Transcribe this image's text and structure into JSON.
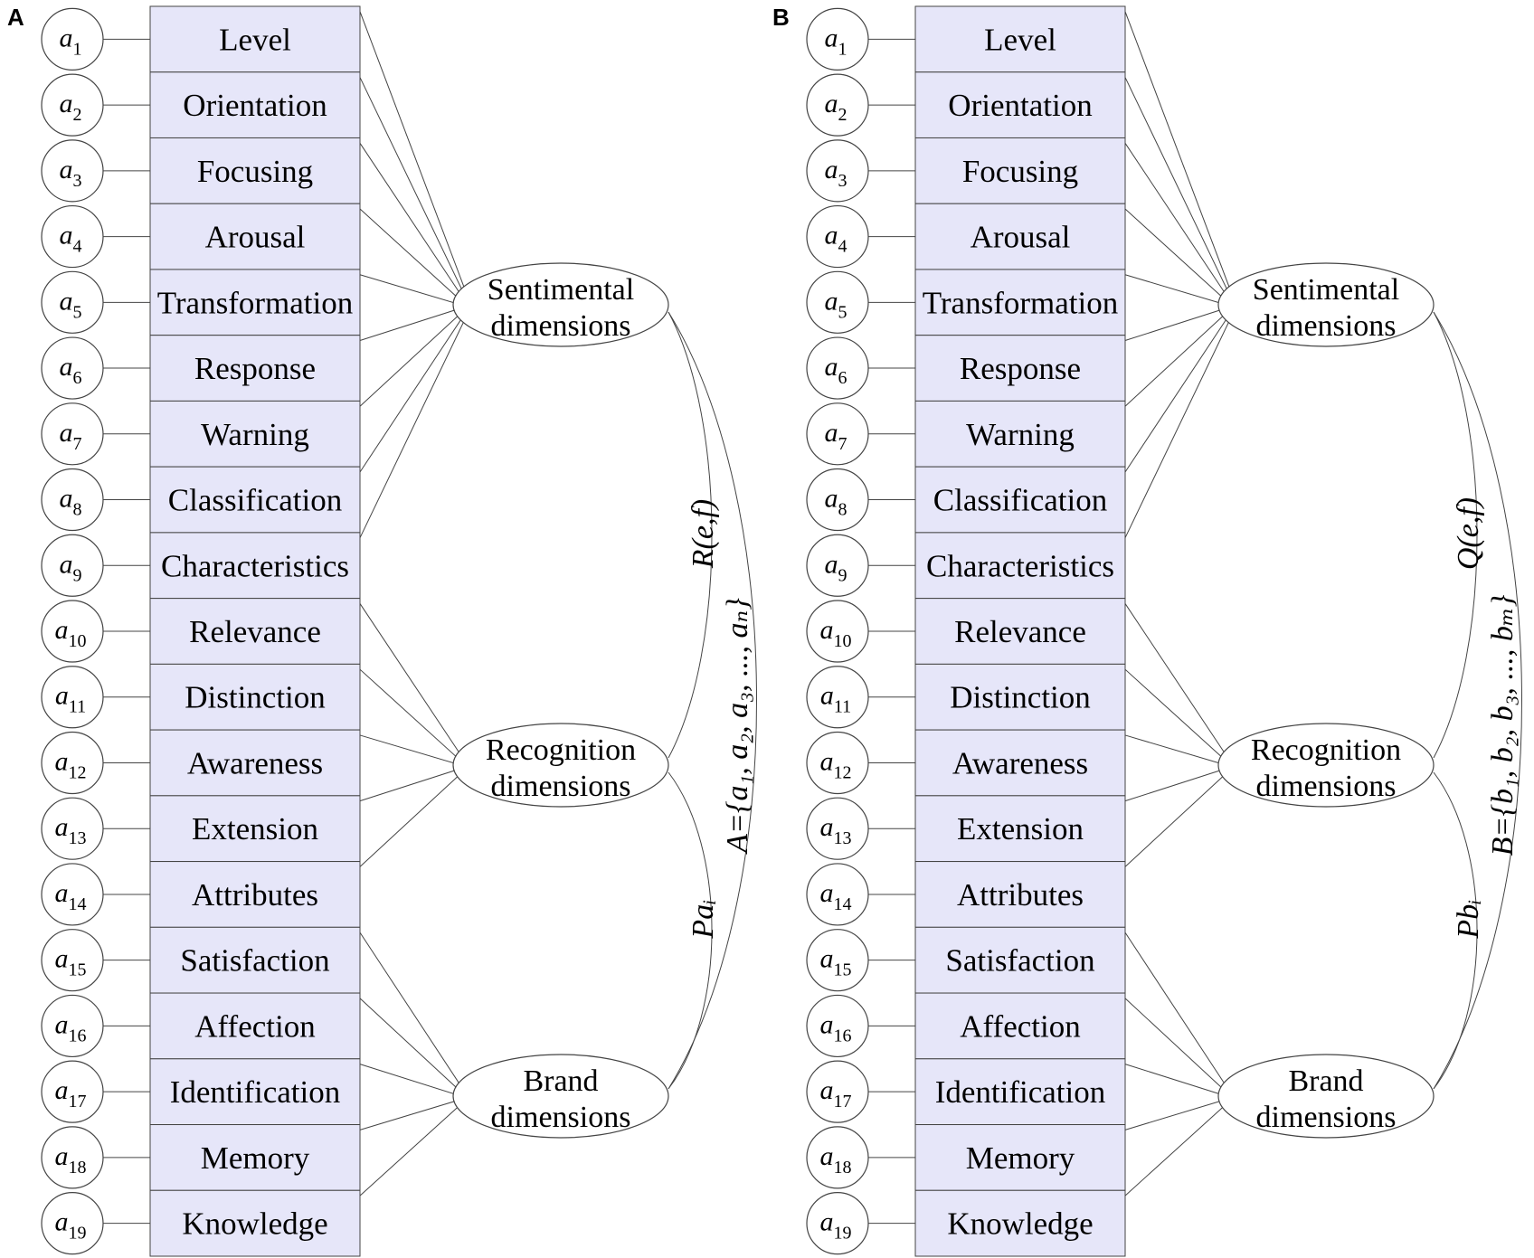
{
  "panels": [
    {
      "letter": "A",
      "var_letter": "a",
      "variables": [
        "1",
        "2",
        "3",
        "4",
        "5",
        "6",
        "7",
        "8",
        "9",
        "10",
        "11",
        "12",
        "13",
        "14",
        "15",
        "16",
        "17",
        "18",
        "19"
      ],
      "items": [
        "Level",
        "Orientation",
        "Focusing",
        "Arousal",
        "Transformation",
        "Response",
        "Warning",
        "Classification",
        "Characteristics",
        "Relevance",
        "Distinction",
        "Awareness",
        "Extension",
        "Attributes",
        "Satisfaction",
        "Affection",
        "Identification",
        "Memory",
        "Knowledge"
      ],
      "dimensions": [
        {
          "line1": "Sentimental",
          "line2": "dimensions"
        },
        {
          "line1": "Recognition",
          "line2": "dimensions"
        },
        {
          "line1": "Brand",
          "line2": "dimensions"
        }
      ],
      "relation_label": "R(e,f)",
      "set_label": "A={a₁, a₂, a₃, ..., aₙ}",
      "weight_label": "Paᵢ"
    },
    {
      "letter": "B",
      "var_letter": "a",
      "variables": [
        "1",
        "2",
        "3",
        "4",
        "5",
        "6",
        "7",
        "8",
        "9",
        "10",
        "11",
        "12",
        "13",
        "14",
        "15",
        "16",
        "17",
        "18",
        "19"
      ],
      "items": [
        "Level",
        "Orientation",
        "Focusing",
        "Arousal",
        "Transformation",
        "Response",
        "Warning",
        "Classification",
        "Characteristics",
        "Relevance",
        "Distinction",
        "Awareness",
        "Extension",
        "Attributes",
        "Satisfaction",
        "Affection",
        "Identification",
        "Memory",
        "Knowledge"
      ],
      "dimensions": [
        {
          "line1": "Sentimental",
          "line2": "dimensions"
        },
        {
          "line1": "Recognition",
          "line2": "dimensions"
        },
        {
          "line1": "Brand",
          "line2": "dimensions"
        }
      ],
      "relation_label": "Q(e,f)",
      "set_label": "B={b₁, b₂, b₃, ..., bₘ}",
      "weight_label": "Pbᵢ"
    }
  ],
  "groups": [
    {
      "dimension": 0,
      "items": [
        0,
        1,
        2,
        3,
        4,
        5,
        6,
        7,
        8
      ]
    },
    {
      "dimension": 1,
      "items": [
        9,
        10,
        11,
        12,
        13
      ]
    },
    {
      "dimension": 2,
      "items": [
        14,
        15,
        16,
        17,
        18
      ]
    }
  ]
}
